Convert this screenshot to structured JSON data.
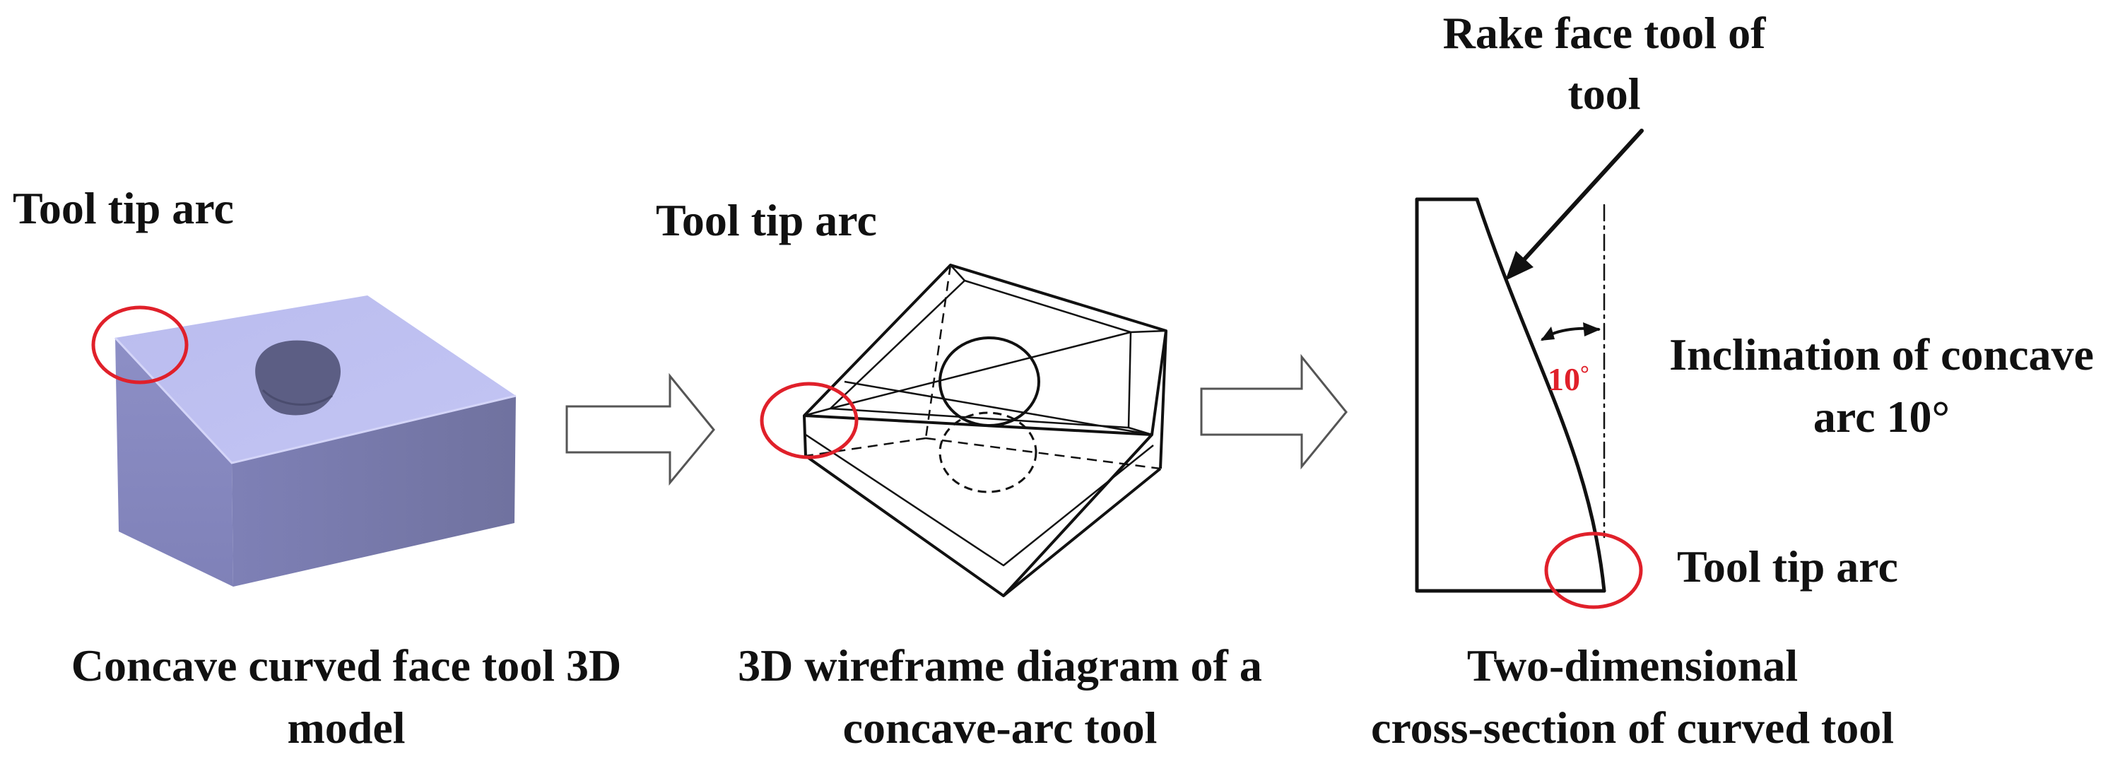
{
  "panel_3d": {
    "tip_label": "Tool tip arc",
    "caption_line1": "Concave curved face tool 3D",
    "caption_line2": "model",
    "solid_color": "#b8b9ec",
    "highlight_color": "#e0202a"
  },
  "panel_wireframe": {
    "tip_label": "Tool tip arc",
    "caption_line1": "3D wireframe diagram of a",
    "caption_line2": "concave-arc tool"
  },
  "panel_section": {
    "rake_label_line1": "Rake face tool of",
    "rake_label_line2": "tool",
    "angle_value": "10",
    "angle_unit": "°",
    "inclination_line1": "Inclination of concave",
    "inclination_line2": "arc 10°",
    "tip_label": "Tool tip arc",
    "caption_line1": "Two-dimensional",
    "caption_line2": "cross-section of curved tool"
  },
  "icons": [
    "right-arrow-icon",
    "right-arrow-icon"
  ]
}
